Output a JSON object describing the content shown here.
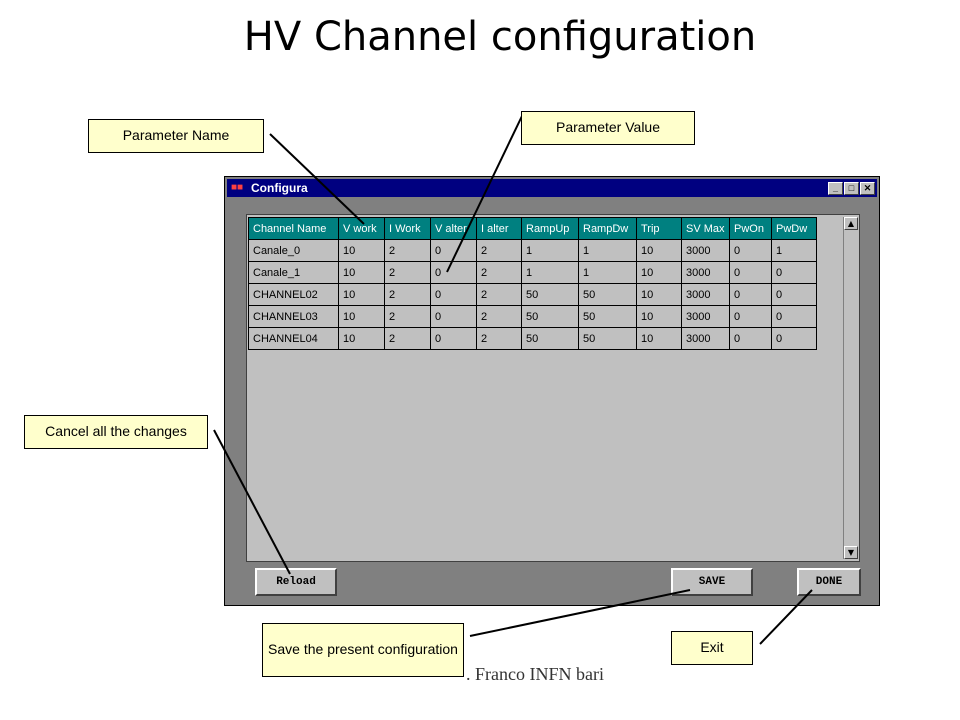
{
  "slide": {
    "title": "HV Channel configuration",
    "footer": ". Franco INFN bari"
  },
  "callouts": {
    "parameter_name": "Parameter Name",
    "parameter_value": "Parameter Value",
    "cancel": "Cancel all the changes",
    "save": "Save the present configuration",
    "exit": "Exit"
  },
  "window": {
    "title": "Configura",
    "icon": "app-icon",
    "controls": [
      "minimize-icon",
      "maximize-icon",
      "close-icon"
    ]
  },
  "table": {
    "headers": [
      "Channel Name",
      "V work",
      "I Work",
      "V alter",
      "I alter",
      "RampUp",
      "RampDw",
      "Trip",
      "SV Max",
      "PwOn",
      "PwDw"
    ],
    "rows": [
      [
        "Canale_0",
        "10",
        "2",
        "0",
        "2",
        "1",
        "1",
        "10",
        "3000",
        "0",
        "1"
      ],
      [
        "Canale_1",
        "10",
        "2",
        "0",
        "2",
        "1",
        "1",
        "10",
        "3000",
        "0",
        "0"
      ],
      [
        "CHANNEL02",
        "10",
        "2",
        "0",
        "2",
        "50",
        "50",
        "10",
        "3000",
        "0",
        "0"
      ],
      [
        "CHANNEL03",
        "10",
        "2",
        "0",
        "2",
        "50",
        "50",
        "10",
        "3000",
        "0",
        "0"
      ],
      [
        "CHANNEL04",
        "10",
        "2",
        "0",
        "2",
        "50",
        "50",
        "10",
        "3000",
        "0",
        "0"
      ]
    ]
  },
  "buttons": {
    "reload": "Reload",
    "save": "SAVE",
    "done": "DONE"
  },
  "colors": {
    "titlebar": "#000080",
    "header_cell": "#008080",
    "callout_bg": "#ffffcc"
  }
}
